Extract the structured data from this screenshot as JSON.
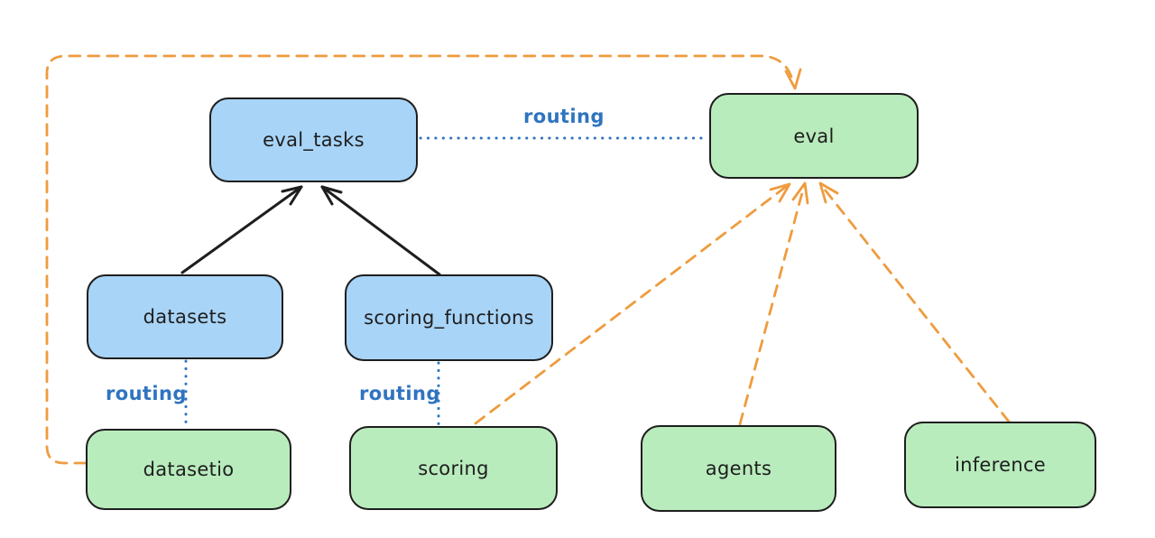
{
  "diagram": {
    "nodes": {
      "eval_tasks": {
        "label": "eval_tasks",
        "category": "blue"
      },
      "eval": {
        "label": "eval",
        "category": "green"
      },
      "datasets": {
        "label": "datasets",
        "category": "blue"
      },
      "scoring_functions": {
        "label": "scoring_functions",
        "category": "blue"
      },
      "datasetio": {
        "label": "datasetio",
        "category": "green"
      },
      "scoring": {
        "label": "scoring",
        "category": "green"
      },
      "agents": {
        "label": "agents",
        "category": "green"
      },
      "inference": {
        "label": "inference",
        "category": "green"
      }
    },
    "edges": [
      {
        "from": "datasets",
        "to": "eval_tasks",
        "style": "solid",
        "arrow": true,
        "color": "black"
      },
      {
        "from": "scoring_functions",
        "to": "eval_tasks",
        "style": "solid",
        "arrow": true,
        "color": "black"
      },
      {
        "from": "eval_tasks",
        "to": "eval",
        "style": "dotted",
        "arrow": false,
        "color": "blue",
        "label": "routing"
      },
      {
        "from": "datasets",
        "to": "datasetio",
        "style": "dotted",
        "arrow": false,
        "color": "blue",
        "label": "routing"
      },
      {
        "from": "scoring_functions",
        "to": "scoring",
        "style": "dotted",
        "arrow": false,
        "color": "blue",
        "label": "routing"
      },
      {
        "from": "datasetio",
        "to": "eval",
        "style": "dashed",
        "arrow": true,
        "color": "orange"
      },
      {
        "from": "scoring",
        "to": "eval",
        "style": "dashed",
        "arrow": true,
        "color": "orange"
      },
      {
        "from": "agents",
        "to": "eval",
        "style": "dashed",
        "arrow": true,
        "color": "orange"
      },
      {
        "from": "inference",
        "to": "eval",
        "style": "dashed",
        "arrow": true,
        "color": "orange"
      }
    ],
    "colors": {
      "node_blue_fill": "#a8d4f7",
      "node_green_fill": "#b9ecbd",
      "node_border": "#1e1e1e",
      "solid_edge": "#1e1e1e",
      "routing_edge": "#2f74c0",
      "provider_edge": "#ee9c3e",
      "background": "#ffffff"
    }
  }
}
